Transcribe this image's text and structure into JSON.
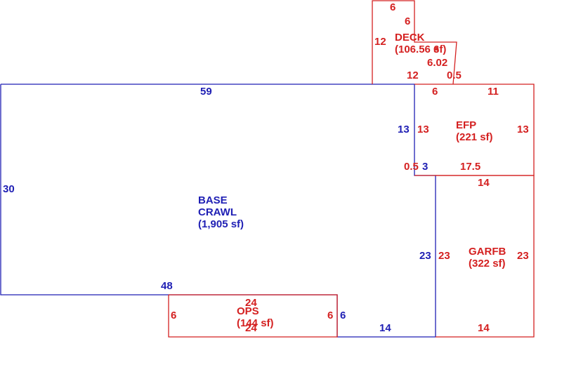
{
  "colors": {
    "base": "#1f1fb4",
    "addition": "#d42020"
  },
  "areas": {
    "base": {
      "line1": "BASE",
      "line2": "CRAWL",
      "area": "(1,905 sf)"
    },
    "deck": {
      "name": "DECK",
      "area": "(106.56 sf)"
    },
    "efp": {
      "name": "EFP",
      "area": "(221 sf)"
    },
    "garfb": {
      "name": "GARFB",
      "area": "(322 sf)"
    },
    "ops": {
      "name": "OPS",
      "area": "(144 sf)"
    }
  },
  "dimensions": {
    "base_top": "59",
    "base_left": "30",
    "base_bottom": "48",
    "base_right_upper": "13",
    "base_step": "3",
    "base_right_lower": "23",
    "base_bottom_right": "14",
    "base_notch": "6",
    "deck_top": "6",
    "deck_right_upper": "6",
    "deck_left": "12",
    "deck_right_mid": "6",
    "deck_diag": "6.02",
    "deck_bottom": "12",
    "deck_small": "0.5",
    "efp_top_left": "6",
    "efp_top_right": "11",
    "efp_left": "13",
    "efp_right": "13",
    "efp_bottom_small": "0.5",
    "efp_bottom": "17.5",
    "garfb_top": "14",
    "garfb_left": "23",
    "garfb_right": "23",
    "garfb_bottom": "14",
    "ops_top": "24",
    "ops_bottom": "24",
    "ops_left": "6",
    "ops_right": "6"
  }
}
